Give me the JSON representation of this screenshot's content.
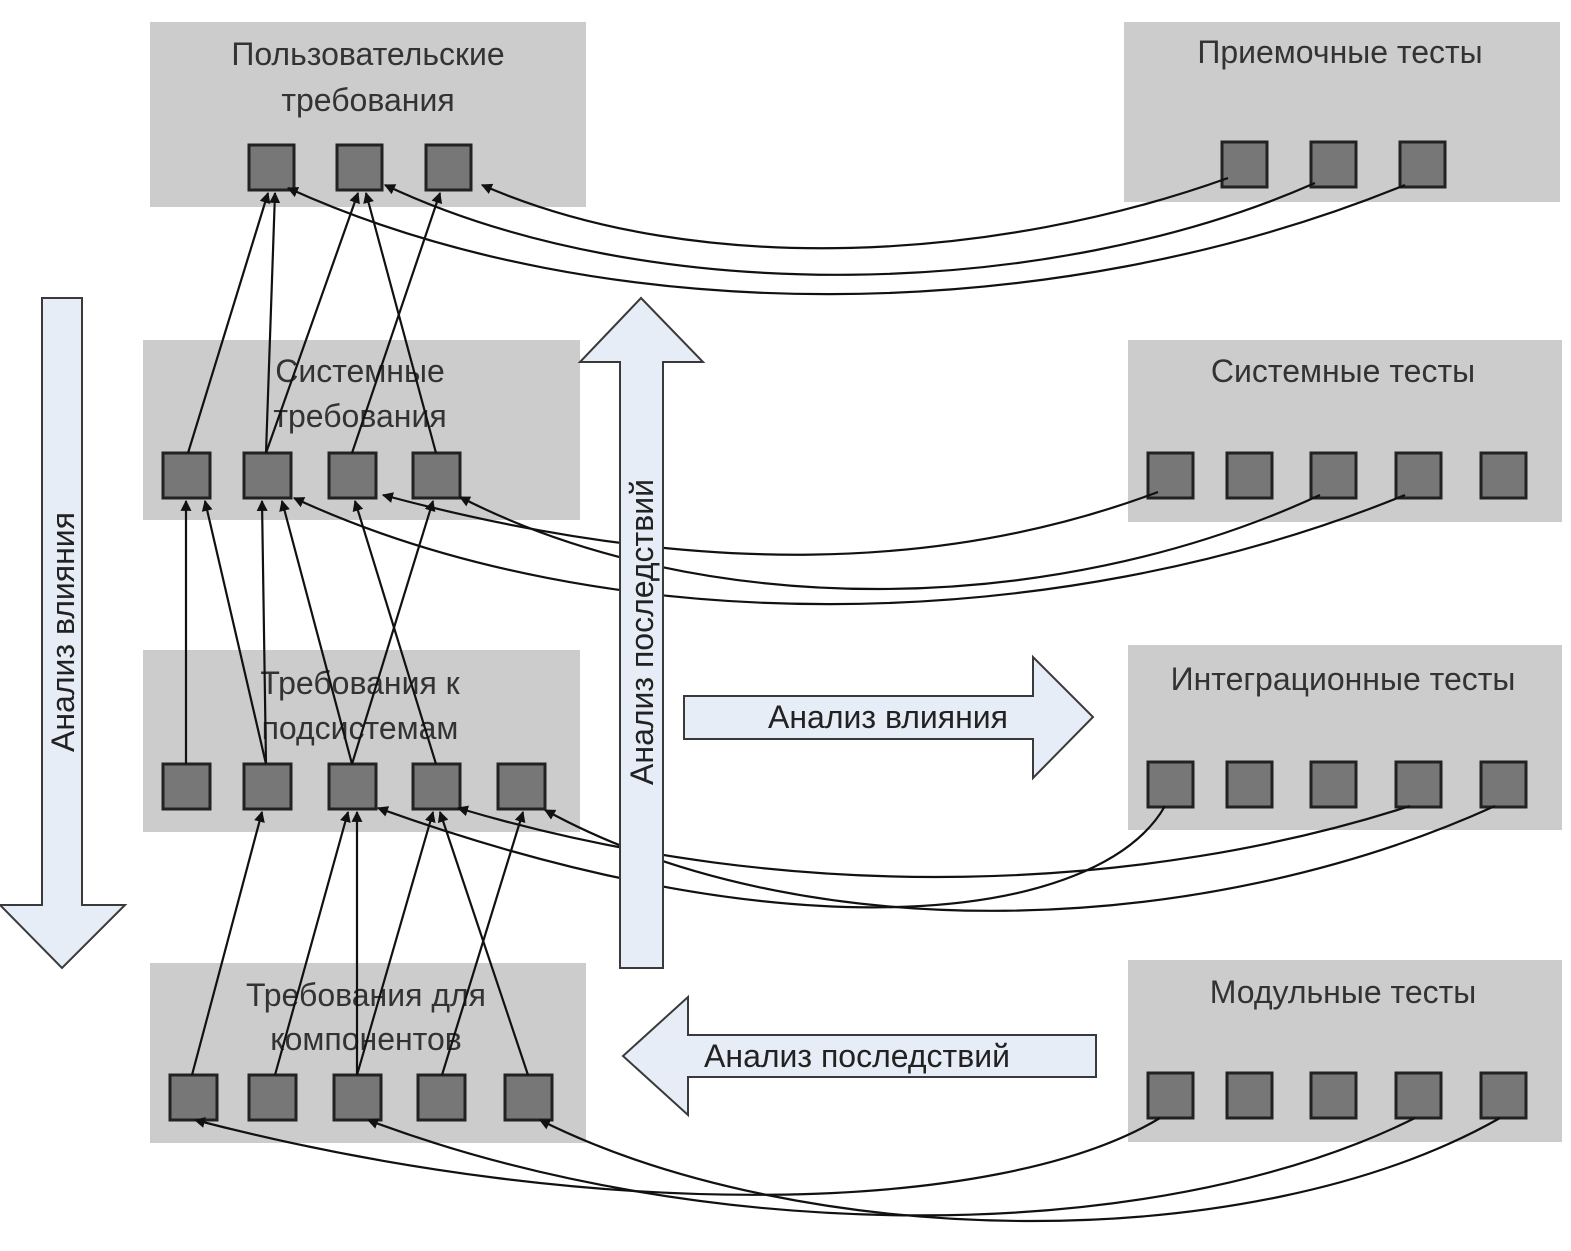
{
  "groups": {
    "user_req": {
      "label": [
        "Пользовательские",
        "требования"
      ]
    },
    "sys_req": {
      "label": [
        "Системные",
        "требования"
      ]
    },
    "subsys_req": {
      "label": [
        "Требования к",
        "подсистемам"
      ]
    },
    "comp_req": {
      "label": [
        "Требования для",
        "компонентов"
      ]
    },
    "accept_tests": {
      "label": [
        "Приемочные тесты"
      ]
    },
    "sys_tests": {
      "label": [
        "Системные тесты"
      ]
    },
    "integ_tests": {
      "label": [
        "Интеграционные тесты"
      ]
    },
    "unit_tests": {
      "label": [
        "Модульные тесты"
      ]
    }
  },
  "arrows": {
    "impact_vertical": "Анализ влияния",
    "consequence_vertical": "Анализ последствий",
    "impact_horizontal": "Анализ влияния",
    "consequence_horizontal": "Анализ последствий"
  },
  "colors": {
    "group_fill": "#cccccc",
    "node_fill": "#777777",
    "node_stroke": "#222222",
    "big_arrow_fill": "#e6edf6",
    "link": "#111111"
  }
}
